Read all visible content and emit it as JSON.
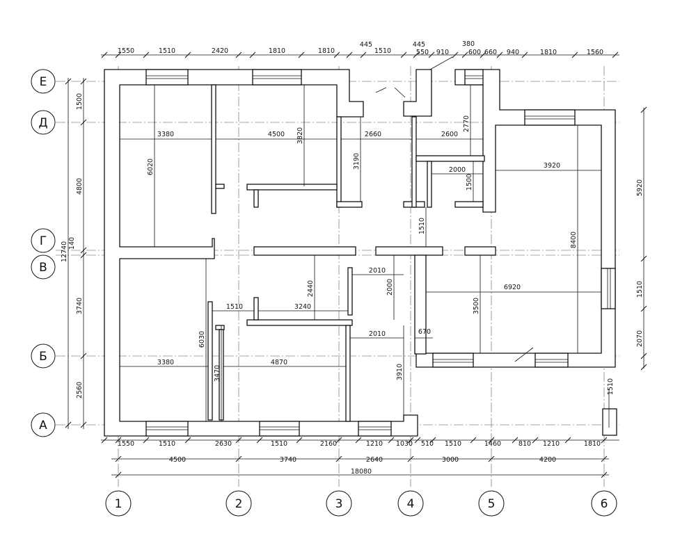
{
  "axes": {
    "rows": [
      "Е",
      "Д",
      "Г",
      "В",
      "Б",
      "А"
    ],
    "cols": [
      "1",
      "2",
      "3",
      "4",
      "5",
      "6"
    ]
  },
  "dims_top": [
    "1550",
    "1510",
    "2420",
    "1810",
    "1810",
    "445",
    "1510",
    "445",
    "550",
    "910",
    "380",
    "600",
    "660",
    "940",
    "1810",
    "1560"
  ],
  "dims_bottom_1": [
    "1550",
    "1510",
    "2630",
    "1510",
    "2160",
    "1210",
    "1030",
    "510",
    "1510",
    "1460",
    "810",
    "1210",
    "1810"
  ],
  "dims_bottom_2": [
    "4500",
    "3740",
    "2640",
    "3000",
    "4200"
  ],
  "dims_bottom_total": "18080",
  "dims_left": [
    "1500",
    "4800",
    "12740",
    "140",
    "3740",
    "2560"
  ],
  "dims_right": [
    "5920",
    "1510",
    "2070",
    "1510"
  ],
  "dims_inner": [
    "3380",
    "4500",
    "3820",
    "6020",
    "2660",
    "2600",
    "2770",
    "3190",
    "2000",
    "1500",
    "3920",
    "8400",
    "1510",
    "2010",
    "2000",
    "2440",
    "1510",
    "3240",
    "6920",
    "3500",
    "2010",
    "670",
    "6030",
    "3380",
    "4870",
    "3470",
    "3910"
  ]
}
